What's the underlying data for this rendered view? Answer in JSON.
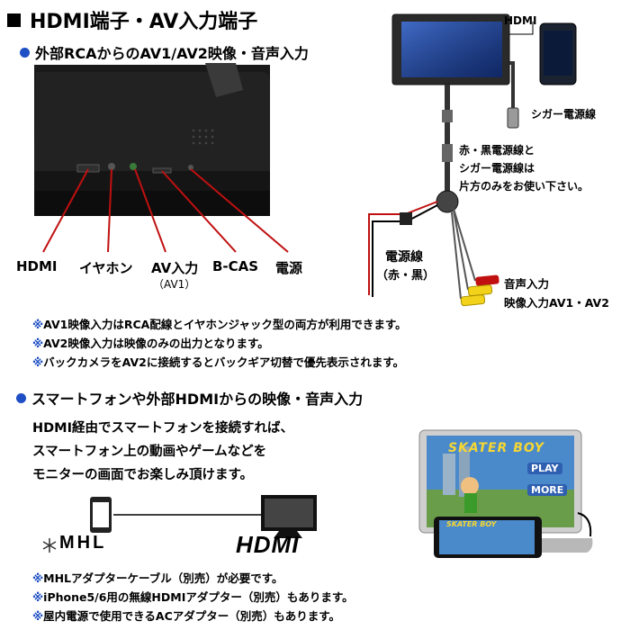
{
  "title": "HDMI端子・AV入力端子",
  "section1": {
    "heading": "外部RCAからのAV1/AV2映像・音声入力"
  },
  "device_labels": {
    "hdmi_top": "HDMI",
    "cigar_cable": "シガー電源線",
    "note1": "赤・黒電源線と",
    "note2": "シガー電源線は",
    "note3": "片方のみをお使い下さい。",
    "power_line": "電源線",
    "power_line_sub": "（赤・黒）",
    "audio_in": "音声入力",
    "video_in": "映像入力AV1・AV2"
  },
  "ports": {
    "hdmi": "HDMI",
    "earphone": "イヤホン",
    "av_in": "AV入力",
    "av_in_sub": "（AV1）",
    "bcas": "B-CAS",
    "power": "電源"
  },
  "notes1": [
    {
      "mark": "※",
      "text": "AV1映像入力はRCA配線とイヤホンジャック型の両方が利用できます。"
    },
    {
      "mark": "※",
      "text": "AV2映像入力は映像のみの出力となります。"
    },
    {
      "mark": "※",
      "text": "バックカメラをAV2に接続するとバックギア切替で優先表示されます。"
    }
  ],
  "section2": {
    "heading": "スマートフォンや外部HDMIからの映像・音声入力",
    "lines": [
      "HDMI経由でスマートフォンを接続すれば、",
      "スマートフォン上の動画やゲームなどを",
      "モニターの画面でお楽しみ頂けます。"
    ]
  },
  "logos": {
    "mhl": "MHL",
    "hdmi": "HDMI"
  },
  "game": {
    "title": "SKATER BOY",
    "play": "PLAY",
    "more": "MORE"
  },
  "notes2": [
    {
      "mark": "※",
      "text": "MHLアダプターケーブル（別売）が必要です。"
    },
    {
      "mark": "※",
      "text": "iPhone5/6用の無線HDMIアダプター（別売）もあります。"
    },
    {
      "mark": "※",
      "text": "屋内電源で使用できるACアダプター（別売）もあります。"
    }
  ],
  "colors": {
    "accent": "#1f4fc4",
    "red_wire": "#c01010",
    "yellow_plug": "#f2d21a"
  }
}
